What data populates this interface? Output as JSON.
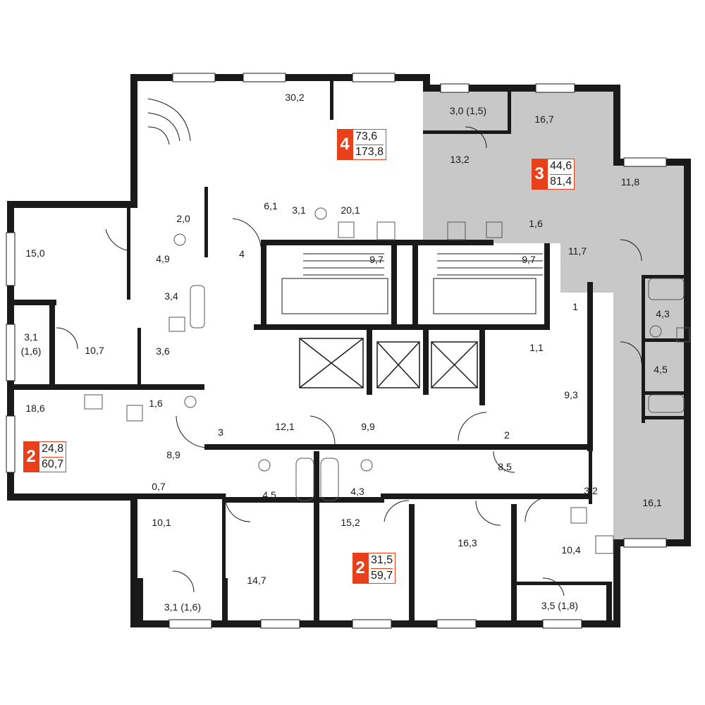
{
  "colors": {
    "wall": "#1a1a1a",
    "highlight": "#c8c8c8",
    "badge": "#e8401a",
    "fixture": "#8a8a8a"
  },
  "apartments": [
    {
      "rooms": "4",
      "living": "73,6",
      "total": "173,8"
    },
    {
      "rooms": "3",
      "living": "44,6",
      "total": "81,4"
    },
    {
      "rooms": "2",
      "living": "24,8",
      "total": "60,7"
    },
    {
      "rooms": "2",
      "living": "31,5",
      "total": "59,7"
    }
  ],
  "areas": {
    "a4": [
      "30,2",
      "20,1",
      "6,1",
      "3,1",
      "2,0",
      "4",
      "15,0",
      "4,9",
      "3,4",
      "3,1",
      "(1,6)",
      "10,7",
      "3,6"
    ],
    "a3": [
      "3,0 (1,5)",
      "16,7",
      "13,2",
      "1,6",
      "11,7",
      "11,8",
      "4,3",
      "4,5",
      "16,1"
    ],
    "a2_left": [
      "18,6",
      "1,6",
      "8,9",
      "0,7",
      "3",
      "10,1",
      "14,7",
      "3,1 (1,6)",
      "4,5"
    ],
    "a2_bottom": [
      "4,3",
      "15,2",
      "16,3",
      "10,4",
      "3,5 (1,8)",
      "3,2",
      "8,5",
      "2"
    ],
    "core": [
      "9,7",
      "9,7",
      "1",
      "1,1",
      "9,3",
      "12,1",
      "9,9"
    ]
  }
}
